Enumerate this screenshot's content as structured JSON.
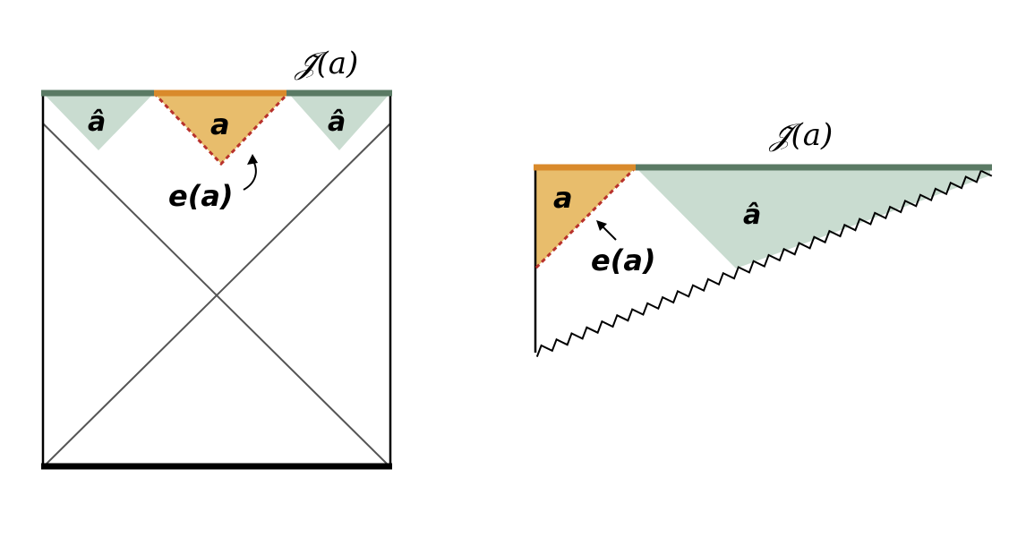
{
  "left_diagram": {
    "scri_label": "𝒥̃(a)",
    "region_a_label": "a",
    "region_ahat_left_label": "â",
    "region_ahat_right_label": "â",
    "edge_label": "e(a)"
  },
  "right_diagram": {
    "scri_label": "𝒥̃(a)",
    "region_a_label": "a",
    "region_ahat_label": "â",
    "edge_label": "e(a)"
  },
  "colors": {
    "region_a_fill": "#e8bd6c",
    "region_ahat_fill": "#c9dcd0",
    "scri_a_stroke": "#d98a2b",
    "scri_ahat_stroke": "#5a7a64",
    "edge_dash": "#b8322c",
    "outline": "#000000",
    "horizon": "#555555"
  }
}
